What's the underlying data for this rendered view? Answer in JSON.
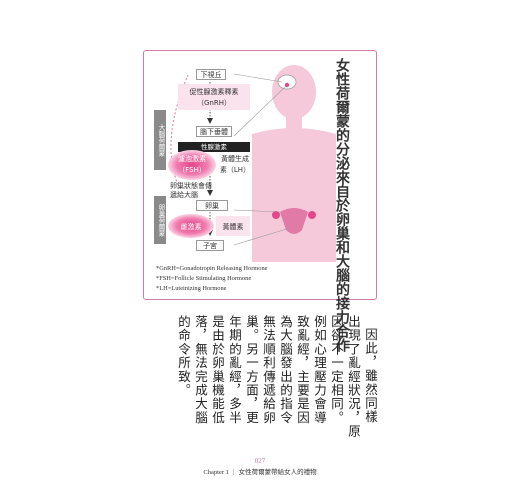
{
  "figure": {
    "title": "女性荷爾蒙的分泌來自於卵巢和大腦的接力合作",
    "diagram": {
      "side_tab_brain": "大腦荷爾蒙",
      "side_tab_ovary": "卵巢荷爾蒙",
      "hypothalamus": "下視丘",
      "gnrh": "促性腺激素釋素",
      "gnrh_abbr": "（GnRH）",
      "pituitary": "腦下垂體",
      "gonadotropin": "性腺激素",
      "fsh_name": "濾泡激素",
      "fsh_abbr": "（FSH）",
      "lh_name": "黃體生成",
      "lh_abbr": "素（LH）",
      "feedback": "卵巢狀態會傳遞給大腦",
      "ovary": "卵巢",
      "estrogen": "雌激素",
      "progesterone": "黃體素",
      "uterus": "子宮"
    },
    "footnotes": [
      "*GnRH=Gonadotropin Releasing Hormone",
      "*FSH=Follicle Stimulating Hormone",
      "*LH=Luteinizing Hormone"
    ]
  },
  "body_columns": [
    "因此，雖然同樣",
    "出現了亂經狀況，原",
    "因卻不一定相同。",
    "例如心理壓力會導",
    "致亂經，主要是因",
    "為大腦發出的指令",
    "無法順利傳遞給卵",
    "巢。另一方面，更",
    "年期的亂經，多半",
    "是由於卵巢機能低",
    "落，無法完成大腦",
    "的命令所致。"
  ],
  "footer": {
    "page_number": "027",
    "chapter": "Chapter 1 ｜ 女性荷爾蒙帶給女人的禮物"
  },
  "colors": {
    "accent": "#d27aa6",
    "pink_fill": "#f7c6dc",
    "pink_strong": "#e2478b",
    "body_silhouette": "#f6c9da"
  }
}
